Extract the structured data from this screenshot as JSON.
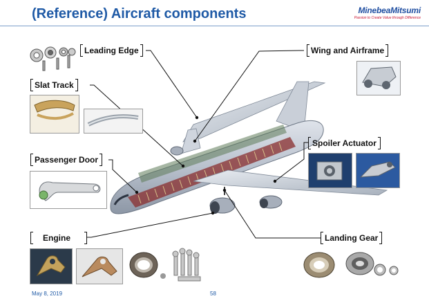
{
  "header": {
    "title": "(Reference) Aircraft components",
    "logo_name": "MinebeaMitsumi",
    "logo_tagline": "Passion to Create Value through Difference"
  },
  "components": {
    "leading_edge": "Leading Edge",
    "slat_track": "Slat Track",
    "passenger_door": "Passenger Door",
    "engine": "Engine",
    "wing_airframe": "Wing and Airframe",
    "spoiler_actuator": "Spoiler Actuator",
    "landing_gear": "Landing Gear"
  },
  "footer": {
    "date": "May 8, 2019",
    "page": "58"
  },
  "colors": {
    "title_blue": "#1f5aa6",
    "logo_red": "#c8102e"
  }
}
